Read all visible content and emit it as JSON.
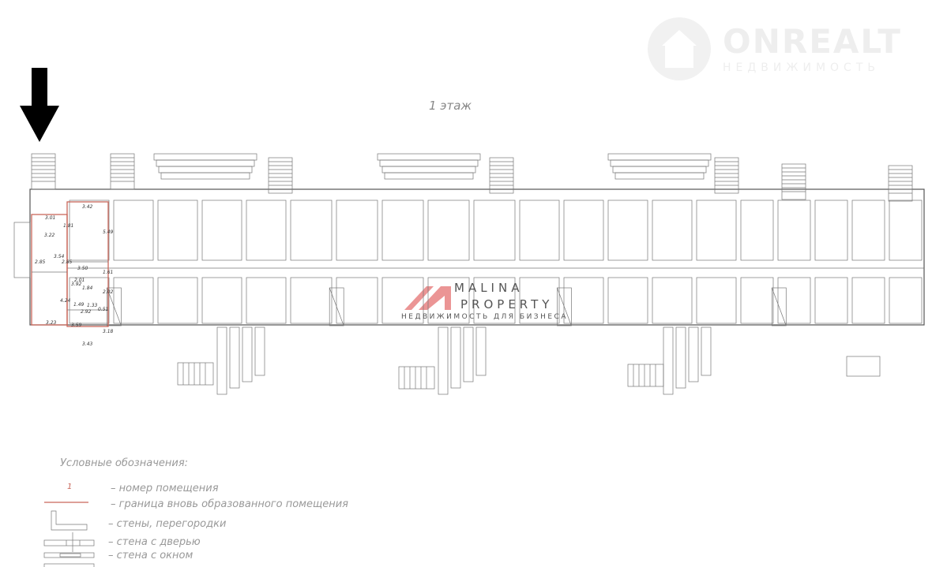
{
  "plan": {
    "title": "1 этаж",
    "dimensions": [
      "3.42",
      "5.49",
      "3.01",
      "1.81",
      "3.22",
      "3.54",
      "2.85",
      "2.85",
      "3.50",
      "1.61",
      "2.01",
      "1.84",
      "3.92",
      "4.24",
      "1.49",
      "1.33",
      "2.92",
      "0.51",
      "2.02",
      "3.23",
      "3.59",
      "3.18",
      "3.43"
    ]
  },
  "legend": {
    "title": "Условные обозначения:",
    "room_number_symbol": "1",
    "items": [
      "–  номер помещения",
      "–  граница вновь образованного помещения",
      "– стены, перегородки",
      "– стена с  дверью",
      "– стена с окном"
    ]
  },
  "watermarks": {
    "onrealt": "ONREALT",
    "onrealt_sub": "НЕДВИЖИМОСТЬ",
    "malina_1": "MALINA",
    "malina_2": "PROPERTY",
    "malina_sub": "НЕДВИЖИМОСТЬ ДЛЯ БИЗНЕСА"
  },
  "colors": {
    "accent": "#c9665a",
    "wall": "#555555",
    "watermark": "#e35a5a"
  }
}
